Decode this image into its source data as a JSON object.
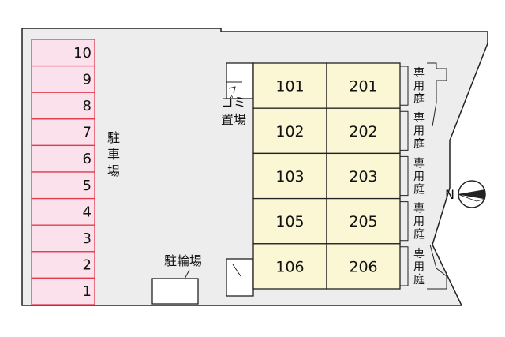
{
  "site": {
    "parking": {
      "label": [
        "駐",
        "車",
        "場"
      ],
      "slots": [
        "10",
        "9",
        "8",
        "7",
        "6",
        "5",
        "4",
        "3",
        "2",
        "1"
      ]
    },
    "garbage": {
      "label_line1": "ゴミ",
      "label_line2": "置場"
    },
    "bicycle": {
      "label": "駐輪場"
    },
    "units": [
      [
        "101",
        "201"
      ],
      [
        "102",
        "202"
      ],
      [
        "103",
        "203"
      ],
      [
        "105",
        "205"
      ],
      [
        "106",
        "206"
      ]
    ],
    "private_garden": [
      "専",
      "用",
      "庭"
    ],
    "compass": {
      "letter": "N"
    }
  },
  "colors": {
    "lot": "#ededed",
    "parking_fill": "#fbe1ec",
    "parking_line": "#e2394d",
    "unit_fill": "#fbf7d4",
    "line": "#222222"
  }
}
